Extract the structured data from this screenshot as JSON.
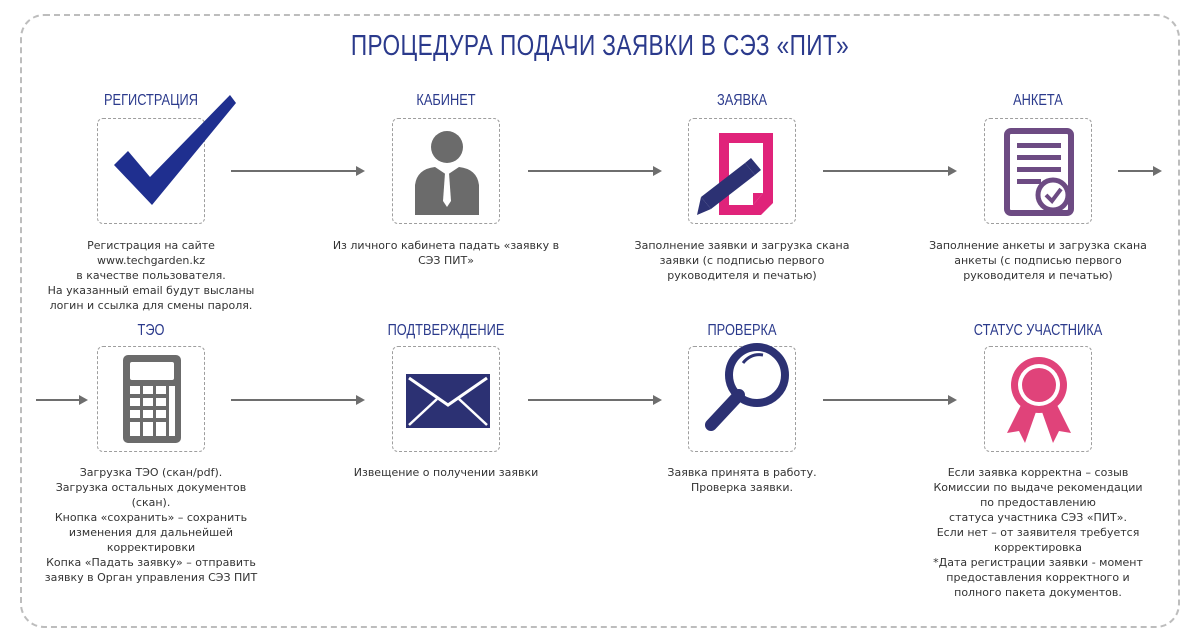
{
  "title": "ПРОЦЕДУРА ПОДАЧИ ЗАЯВКИ В СЭЗ «ПИТ»",
  "steps": [
    {
      "title": "РЕГИСТРАЦИЯ",
      "icon": "checkmark-icon",
      "desc": "Регистрация на сайте\nwww.techgarden.kz\nв качестве пользователя.\nНа указанный email  будут высланы\nлогин и ссылка для смены пароля."
    },
    {
      "title": "КАБИНЕТ",
      "icon": "user-icon",
      "desc": "Из личного кабинета падать «заявку в\nСЭЗ ПИТ»"
    },
    {
      "title": "ЗАЯВКА",
      "icon": "document-pencil-icon",
      "desc": "Заполнение заявки и загрузка скана\nзаявки (с подписью первого\nруководителя и печатью)"
    },
    {
      "title": "АНКЕТА",
      "icon": "form-checklist-icon",
      "desc": "Заполнение анкеты и загрузка скана\nанкеты (с подписью первого\nруководителя и печатью)"
    },
    {
      "title": "ТЭО",
      "icon": "calculator-icon",
      "desc": "Загрузка ТЭО (скан/pdf).\nЗагрузка остальных документов\n(скан).\nКнопка «сохранить» – сохранить\nизменения для дальнейшей\nкорректировки\nКопка «Падать заявку» – отправить\nзаявку в Орган управления СЭЗ ПИТ"
    },
    {
      "title": "ПОДТВЕРЖДЕНИЕ",
      "icon": "envelope-icon",
      "desc": "Извещение о получении заявки"
    },
    {
      "title": "ПРОВЕРКА",
      "icon": "magnifier-icon",
      "desc": "Заявка принята в работу.\nПроверка заявки."
    },
    {
      "title": "СТАТУС УЧАСТНИКА",
      "icon": "award-ribbon-icon",
      "desc": "Если заявка корректна – созыв\nКомиссии по выдаче рекомендации\nпо предоставлению\nстатуса участника СЭЗ «ПИТ».\nЕсли нет – от заявителя требуется\nкорректировка\n*Дата регистрации заявки - момент\nпредоставления корректного и\nполного пакета документов."
    }
  ],
  "colors": {
    "title": "#2b3a8c",
    "checkmark": "#1f2f8f",
    "gray_icon": "#6b6b6b",
    "magenta": "#e0237a",
    "purple": "#6d4b83",
    "navy": "#2c3173",
    "award": "#e0437a"
  }
}
